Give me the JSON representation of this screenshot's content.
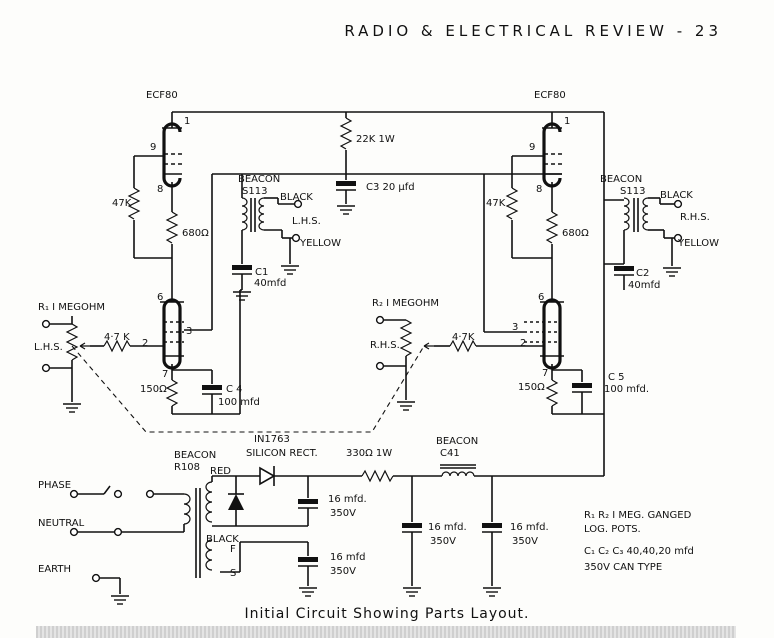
{
  "header": {
    "title": "RADIO & ELECTRICAL REVIEW - 23"
  },
  "caption": "Initial Circuit Showing Parts Layout.",
  "labels": {
    "ecf80_left": "ECF80",
    "ecf80_right": "ECF80",
    "r22k": "22K 1W",
    "c3": "C3 20 µfd",
    "r47k_left": "47K",
    "r47k_right": "47K",
    "r680_left": "680Ω",
    "r680_right": "680Ω",
    "pin9_l": "9",
    "pin8_l": "8",
    "pin1_l": "1",
    "pin6_l": "6",
    "pin3_l": "3",
    "pin2_l": "2",
    "pin7_l": "7",
    "pin9_r": "9",
    "pin8_r": "8",
    "pin1_r": "1",
    "pin6_r": "6",
    "pin3_r": "3",
    "pin2_r": "2",
    "pin7_r": "7",
    "beacon_l": "BEACON",
    "s113_l": "S113",
    "black_l": "BLACK",
    "lhs_out": "L.H.S.",
    "yellow_l": "YELLOW",
    "c1": "C1",
    "c1_val": "40mfd",
    "r1": "R₁ I MEGOHM",
    "lhs_in": "L.H.S.",
    "r47k_grid_l": "4·7 K",
    "r150_l": "150Ω",
    "c4": "C 4",
    "c4_val": "100 mfd",
    "beacon_r": "BEACON",
    "s113_r": "S113",
    "black_r": "BLACK",
    "rhs_out": "R.H.S.",
    "yellow_r": "YELLOW",
    "c2": "C2",
    "c2_val": "40mfd",
    "r2": "R₂ I MEGOHM",
    "rhs_in": "R.H.S.",
    "r47k_grid_r": "4·7K",
    "r150_r": "150Ω",
    "c5": "C 5",
    "c5_val": "100 mfd.",
    "beacon_t": "BEACON",
    "r108": "R108",
    "red": "RED",
    "black_t": "BLACK",
    "tap_f": "F",
    "tap_s": "S",
    "in1763": "IN1763",
    "silicon_rect": "SILICON RECT.",
    "r330": "330Ω 1W",
    "beacon_choke": "BEACON",
    "c41": "C41",
    "c16_a": "16 mfd.",
    "c16_a_v": "350V",
    "c16_b": "16 mfd",
    "c16_b_v": "350V",
    "c16_c": "16 mfd.",
    "c16_c_v": "350V",
    "c16_d": "16 mfd.",
    "c16_d_v": "350V",
    "phase": "PHASE",
    "neutral": "NEUTRAL",
    "earth": "EARTH",
    "note1": "R₁ R₂ I MEG. GANGED",
    "note2": "LOG. POTS.",
    "note3": "C₁ C₂ C₃ 40,40,20 mfd",
    "note4": "350V CAN TYPE"
  }
}
